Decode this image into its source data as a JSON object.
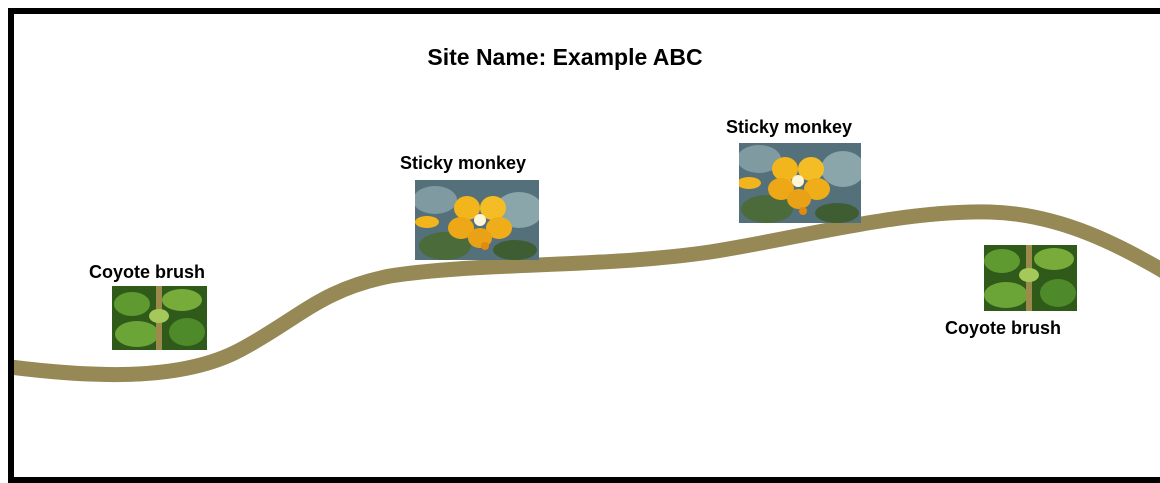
{
  "site_title": "Site Name: Example ABC",
  "colors": {
    "trail": "#968956",
    "border": "#000000",
    "flower_petal": "#f2b51c",
    "leaf_green": "#4e8a2a"
  },
  "markers": [
    {
      "label": "Coyote brush",
      "icon": "coyote-brush-photo-icon"
    },
    {
      "label": "Sticky monkey",
      "icon": "sticky-monkey-photo-icon"
    },
    {
      "label": "Sticky monkey",
      "icon": "sticky-monkey-photo-icon"
    },
    {
      "label": "Coyote brush",
      "icon": "coyote-brush-photo-icon"
    }
  ]
}
